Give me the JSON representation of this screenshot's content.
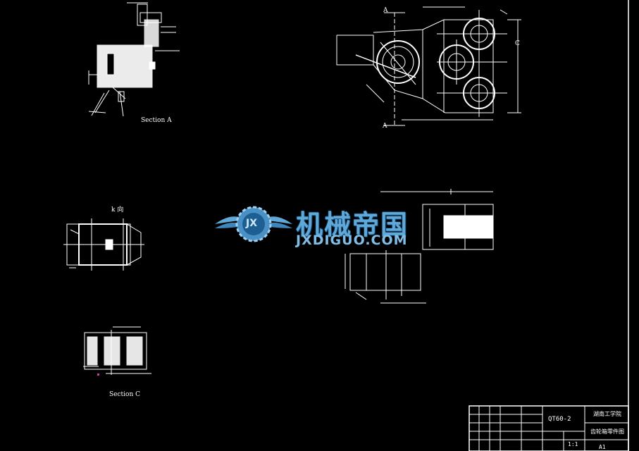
{
  "drawing": {
    "views": {
      "section_a_label": "Section A",
      "section_c_label": "Section C",
      "view_k_label": "k 向",
      "cut_a_top": "A",
      "cut_a_bottom": "A",
      "cut_c": "C"
    },
    "watermark": {
      "logo_text": "JX",
      "name_cn": "机械帝国",
      "name_en": "JXDIGUO.COM",
      "color": "#5fa8d8"
    },
    "title_block": {
      "drawing_no": "QT60-2",
      "school": "湖南工学院",
      "part_name": "齿轮箱零件图",
      "scale": "1:1",
      "sheet": "A1"
    },
    "colors": {
      "background": "#000000",
      "lines": "#ffffff"
    }
  }
}
